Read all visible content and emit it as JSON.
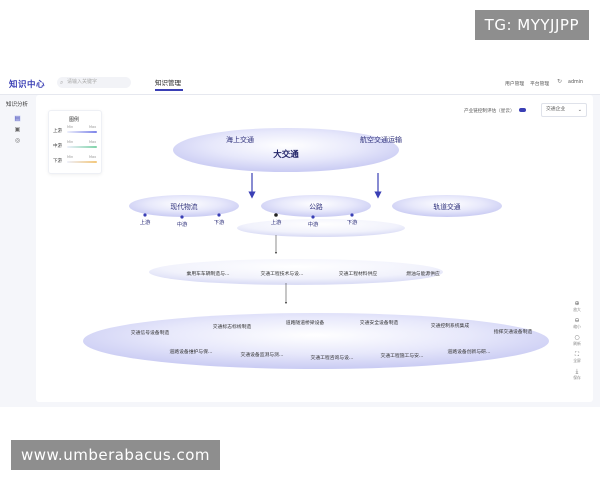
{
  "overlay": {
    "tg": "TG: MYYJJPP",
    "url": "www.umberabacus.com"
  },
  "header": {
    "logo": "知识中心",
    "search_placeholder": "请输入关键字",
    "active_tab": "知识管理",
    "user_mgmt": "用户管理",
    "platform_mgmt": "平台管理",
    "user": "admin",
    "refresh_icon": "refresh-icon"
  },
  "sidebar": {
    "title": "知识分析",
    "icons": [
      "chart-icon",
      "doc-icon",
      "settings-icon"
    ]
  },
  "legend": {
    "title": "图例",
    "rows": [
      {
        "label": "上游",
        "min": "Min",
        "max": "Max",
        "color": "#7c83e8"
      },
      {
        "label": "中游",
        "min": "Min",
        "max": "Max",
        "color": "#7fd3a8"
      },
      {
        "label": "下游",
        "min": "Min",
        "max": "Max",
        "color": "#f3c77a"
      }
    ]
  },
  "controls": {
    "evaluation_label": "产业链控制评估（星云）",
    "select_value": "交通企业",
    "select_icon": "chevron-down-icon"
  },
  "graph": {
    "root": {
      "title": "大交通",
      "left": "海上交通",
      "right": "航空交通运输"
    },
    "level2": [
      {
        "title": "现代物流",
        "stages": [
          "上游",
          "中游",
          "下游"
        ]
      },
      {
        "title": "公路",
        "stages": [
          "上游",
          "中游",
          "下游"
        ]
      },
      {
        "title": "轨道交通",
        "stages": []
      }
    ],
    "level3": [
      "乘用车车辆制造与...",
      "交通工程技术与设...",
      "交通工程材料供应",
      "燃油与能源供应"
    ],
    "level4_top": [
      "交通信号设备制造",
      "交通标志标线制造",
      "道路隧道桥梁设备",
      "交通安全设备制造",
      "交通控制系统集成",
      "指挥交通设备制造"
    ],
    "level4_bottom": [
      "道路设备维护与保...",
      "交通设备监测与测...",
      "交通工程咨询与设...",
      "交通工程施工与安...",
      "道路设备创新与研..."
    ]
  },
  "tools": [
    {
      "icon": "zoom-in-icon",
      "label": "放大"
    },
    {
      "icon": "zoom-out-icon",
      "label": "缩小"
    },
    {
      "icon": "refresh-icon",
      "label": "刷新"
    },
    {
      "icon": "fullscreen-icon",
      "label": "全屏"
    },
    {
      "icon": "download-icon",
      "label": "保存"
    }
  ]
}
